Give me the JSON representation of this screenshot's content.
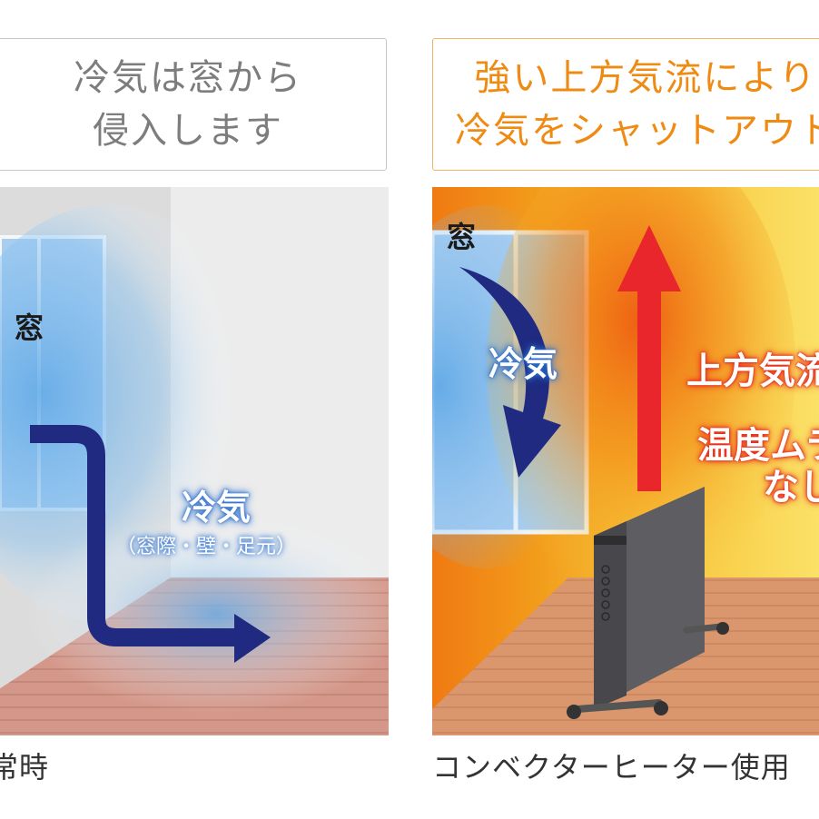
{
  "left": {
    "header_line1": "冷気は窓から",
    "header_line2": "侵入します",
    "window_label": "窓",
    "cold_label": "冷気",
    "cold_sub": "（窓際・壁・足元）",
    "caption": "常時"
  },
  "right": {
    "header_line1": "強い上方気流により",
    "header_line2": "冷気をシャットアウト",
    "window_label": "窓",
    "cold_label": "冷気",
    "updraft_label": "上方気流",
    "even_line1": "温度ムラ",
    "even_line2": "なし",
    "caption": "コンベクターヒーター使用"
  },
  "colors": {
    "cold_arrow": "#1f2a80",
    "hot_arrow": "#e8262b",
    "header_orange": "#ef8a12",
    "header_gray": "#7d7d7d"
  }
}
